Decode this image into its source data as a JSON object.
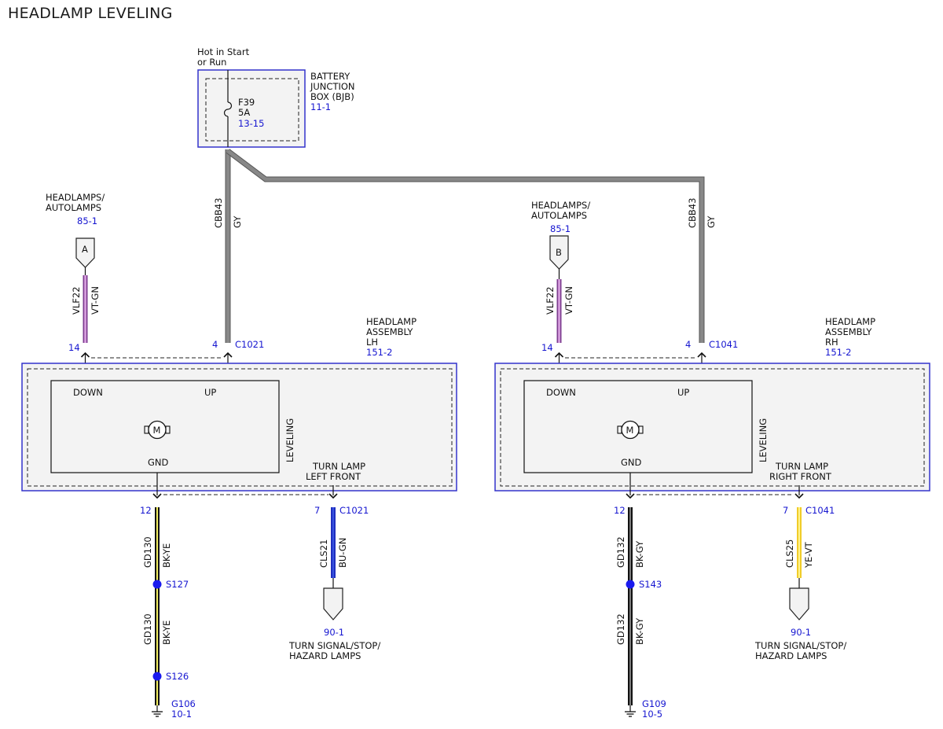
{
  "title": "HEADLAMP LEVELING",
  "colors": {
    "ref_blue": "#1515d0",
    "component_border": "#3333cc",
    "gray_wire": "#7a7a7a",
    "violet_green_wire": "#b57ac2",
    "black_yellow_wire": "#e8e24a",
    "blue_green_wire": "#1f2fc0",
    "black_gray_wire": "#8a8a8a",
    "yellow_violet_wire": "#f0cc2a",
    "splice_dot": "#1a1aee"
  },
  "power": {
    "note_line1": "Hot in Start",
    "note_line2": "or Run",
    "fuse_id": "F39",
    "fuse_rating": "5A",
    "fuse_ref": "13-15",
    "bjb_line1": "BATTERY",
    "bjb_line2": "JUNCTION",
    "bjb_line3": "BOX (BJB)",
    "bjb_ref": "11-1"
  },
  "lh": {
    "feed_circuit": "CBB43",
    "feed_color": "GY",
    "feed_pin": "4",
    "feed_connector": "C1021",
    "in_title1": "HEADLAMPS/",
    "in_title2": "AUTOLAMPS",
    "in_ref": "85-1",
    "in_letter": "A",
    "in_circuit": "VLF22",
    "in_color": "VT-GN",
    "in_pin": "14",
    "asm1": "HEADLAMP",
    "asm2": "ASSEMBLY",
    "asm3": "LH",
    "asm_ref": "151-2",
    "down": "DOWN",
    "up": "UP",
    "gnd": "GND",
    "motor": "M",
    "leveling": "LEVELING",
    "turn1": "TURN LAMP",
    "turn2": "LEFT FRONT",
    "gnd_pin": "12",
    "gnd_circuit": "GD130",
    "gnd_color": "BK-YE",
    "splice1": "S127",
    "gnd_circuit2": "GD130",
    "gnd_color2": "BK-YE",
    "splice2": "S126",
    "ground_id": "G106",
    "ground_ref": "10-1",
    "turn_pin": "7",
    "turn_connector": "C1021",
    "turn_circuit": "CLS21",
    "turn_color": "BU-GN",
    "turn_ref": "90-1",
    "turn_dest1": "TURN SIGNAL/STOP/",
    "turn_dest2": "HAZARD LAMPS"
  },
  "rh": {
    "feed_circuit": "CBB43",
    "feed_color": "GY",
    "feed_pin": "4",
    "feed_connector": "C1041",
    "in_title1": "HEADLAMPS/",
    "in_title2": "AUTOLAMPS",
    "in_ref": "85-1",
    "in_letter": "B",
    "in_circuit": "VLF22",
    "in_color": "VT-GN",
    "in_pin": "14",
    "asm1": "HEADLAMP",
    "asm2": "ASSEMBLY",
    "asm3": "RH",
    "asm_ref": "151-2",
    "down": "DOWN",
    "up": "UP",
    "gnd": "GND",
    "motor": "M",
    "leveling": "LEVELING",
    "turn1": "TURN LAMP",
    "turn2": "RIGHT FRONT",
    "gnd_pin": "12",
    "gnd_circuit": "GD132",
    "gnd_color": "BK-GY",
    "splice1": "S143",
    "gnd_circuit2": "GD132",
    "gnd_color2": "BK-GY",
    "ground_id": "G109",
    "ground_ref": "10-5",
    "turn_pin": "7",
    "turn_connector": "C1041",
    "turn_circuit": "CLS25",
    "turn_color": "YE-VT",
    "turn_ref": "90-1",
    "turn_dest1": "TURN SIGNAL/STOP/",
    "turn_dest2": "HAZARD LAMPS"
  }
}
